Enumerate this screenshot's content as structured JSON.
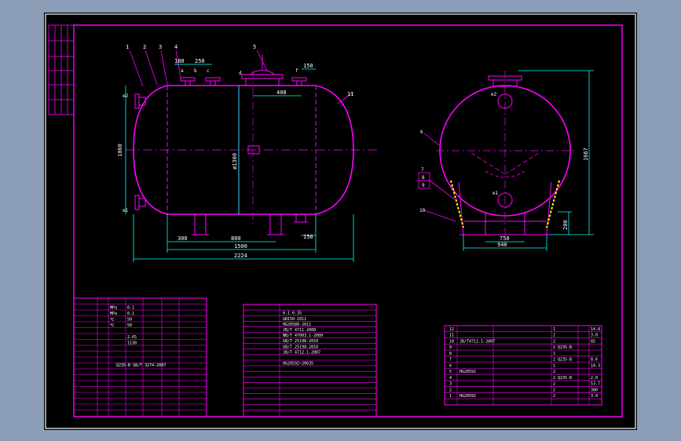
{
  "colors": {
    "background": "#8c9db7",
    "sheet": "#000000",
    "outline": "#ff00ff",
    "dimension": "#00ffff",
    "note_text": "#ffffff",
    "highlight": "#ffff00"
  },
  "front_view": {
    "part_callouts": [
      "1",
      "2",
      "3",
      "4",
      "5",
      "11"
    ],
    "nozzle_letters": [
      "a",
      "b",
      "c",
      "d",
      "f",
      "e2",
      "e1"
    ],
    "dimensions": {
      "top_180": "180",
      "top_250": "250",
      "top_150": "150",
      "manhole_offset": "408",
      "height_left": "1060",
      "diameter": "ø1300",
      "support_300": "300",
      "support_800": "800",
      "support_150": "150",
      "support_span": "1500",
      "overall_length": "2224"
    }
  },
  "side_view": {
    "callouts": [
      "6",
      "7",
      "8",
      "9",
      "10"
    ],
    "nozzle_letters": [
      "e2",
      "e1"
    ],
    "dimensions": {
      "overall_height": "1667",
      "saddle_height": "200",
      "saddle_width_top": "750",
      "saddle_width_bottom": "940"
    }
  },
  "design_table": {
    "rows": [
      [
        "",
        "MPa",
        "0.1"
      ],
      [
        "",
        "MPa",
        "0.1"
      ],
      [
        "",
        "℃",
        "50"
      ],
      [
        "",
        "℃",
        "50"
      ],
      [
        "",
        "",
        ""
      ],
      [
        "",
        "",
        "2.65"
      ],
      [
        "",
        "",
        "1130"
      ]
    ],
    "code_line": "Q235-B  GB/T 3274-2007"
  },
  "notes_table": {
    "header": "",
    "lines": [
      "0.1   0.35",
      "GB150-2011",
      "HG20580-2011",
      "JB/T 4711-2000",
      "NB/T 47003.1-2009",
      "GB/T 25198-2010",
      "GB/T 25198-2010",
      "JB/T 4712.1-2007",
      "",
      "HG20592~20635"
    ]
  },
  "bom": {
    "rows": [
      [
        "12",
        "",
        "",
        "1",
        "",
        "14.8"
      ],
      [
        "11",
        "",
        "",
        "2",
        "",
        "3.0"
      ],
      [
        "10",
        "JB/T4712.1-2007",
        "",
        "2",
        "",
        "85"
      ],
      [
        "9",
        "",
        "",
        "2",
        "Q235-B",
        ""
      ],
      [
        "8",
        "",
        "",
        "1",
        "",
        ""
      ],
      [
        "7",
        "",
        "",
        "2",
        "Q235-B",
        "8.6"
      ],
      [
        "6",
        "",
        "",
        "1",
        "",
        "10.3"
      ],
      [
        "5",
        "HG20592",
        "",
        "2",
        "",
        ""
      ],
      [
        "4",
        "",
        "",
        "2",
        "Q235-B",
        "2.0"
      ],
      [
        "3",
        "",
        "",
        "2",
        "",
        "53.7"
      ],
      [
        "2",
        "",
        "",
        "2",
        "",
        "380"
      ],
      [
        "1",
        "HG20592",
        "",
        "2",
        "",
        "3.4"
      ]
    ]
  }
}
